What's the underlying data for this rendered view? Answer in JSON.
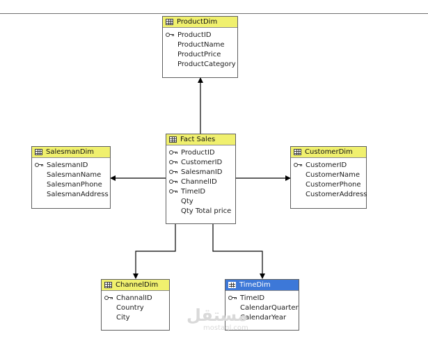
{
  "diagram": {
    "entities": {
      "product": {
        "name": "ProductDim",
        "columns": [
          {
            "name": "ProductID",
            "key": true
          },
          {
            "name": "ProductName",
            "key": false
          },
          {
            "name": "ProductPrice",
            "key": false
          },
          {
            "name": "ProductCategory",
            "key": false
          }
        ]
      },
      "fact": {
        "name": "Fact Sales",
        "columns": [
          {
            "name": "ProductID",
            "key": true
          },
          {
            "name": "CustomerID",
            "key": true
          },
          {
            "name": "SalesmanID",
            "key": true
          },
          {
            "name": "ChannelID",
            "key": true
          },
          {
            "name": "TimeID",
            "key": true
          },
          {
            "name": "Qty",
            "key": false
          },
          {
            "name": "Qty Total price",
            "key": false
          }
        ]
      },
      "salesman": {
        "name": "SalesmanDim",
        "columns": [
          {
            "name": "SalesmanID",
            "key": true
          },
          {
            "name": "SalesmanName",
            "key": false
          },
          {
            "name": "SalesmanPhone",
            "key": false
          },
          {
            "name": "SalesmanAddress",
            "key": false
          }
        ]
      },
      "customer": {
        "name": "CustomerDim",
        "columns": [
          {
            "name": "CustomerID",
            "key": true
          },
          {
            "name": "CustomerName",
            "key": false
          },
          {
            "name": "CustomerPhone",
            "key": false
          },
          {
            "name": "CustomerAddress",
            "key": false
          }
        ]
      },
      "channel": {
        "name": "ChannelDim",
        "columns": [
          {
            "name": "ChannalID",
            "key": true
          },
          {
            "name": "Country",
            "key": false
          },
          {
            "name": "City",
            "key": false
          }
        ]
      },
      "time": {
        "name": "TimeDim",
        "selected": true,
        "columns": [
          {
            "name": "TimeID",
            "key": true
          },
          {
            "name": "CalendarQuarter",
            "key": false
          },
          {
            "name": "CalendarYear",
            "key": false
          }
        ]
      }
    },
    "relationships": [
      {
        "from": "fact",
        "to": "product"
      },
      {
        "from": "fact",
        "to": "salesman"
      },
      {
        "from": "fact",
        "to": "customer"
      },
      {
        "from": "fact",
        "to": "channel"
      },
      {
        "from": "fact",
        "to": "time"
      }
    ],
    "colors": {
      "header": "#f0f06e",
      "header_selected": "#3d78d8",
      "border": "#5e5e5e",
      "connector": "#000000"
    }
  },
  "watermark": {
    "arabic": "مستقل",
    "latin": "mostaql.com"
  }
}
